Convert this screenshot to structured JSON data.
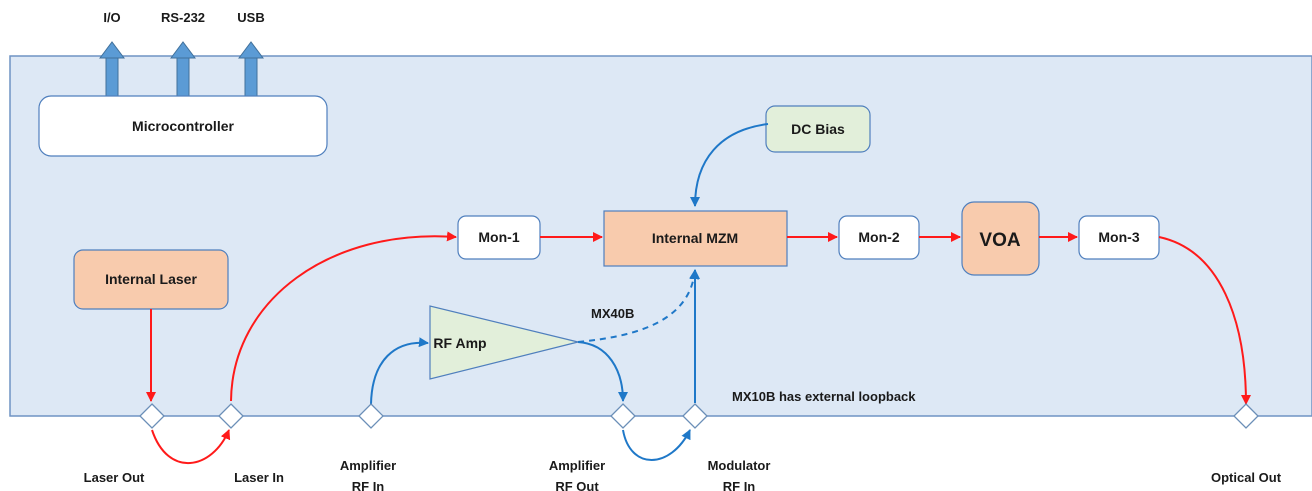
{
  "bus_labels": [
    "I/O",
    "RS-232",
    "USB"
  ],
  "blocks": {
    "microcontroller": "Microcontroller",
    "dc_bias": "DC Bias",
    "internal_laser": "Internal Laser",
    "mon1": "Mon-1",
    "internal_mzm": "Internal MZM",
    "mon2": "Mon-2",
    "voa": "VOA",
    "mon3": "Mon-3",
    "rf_amp": "RF Amp"
  },
  "annotations": {
    "mx40b": "MX40B",
    "mx10b": "MX10B has external loopback"
  },
  "ports": {
    "laser_out": "Laser Out",
    "laser_in": "Laser In",
    "amp_rf_in_1": "Amplifier",
    "amp_rf_in_2": "RF In",
    "amp_rf_out_1": "Amplifier",
    "amp_rf_out_2": "RF Out",
    "mod_rf_in_1": "Modulator",
    "mod_rf_in_2": "RF In",
    "optical_out": "Optical Out"
  },
  "colors": {
    "panel": "#dde8f5",
    "optical_path": "#ff1a1a",
    "rf_path": "#1f78c8",
    "orange_block": "#f8cbad",
    "green_block": "#e2efda"
  }
}
